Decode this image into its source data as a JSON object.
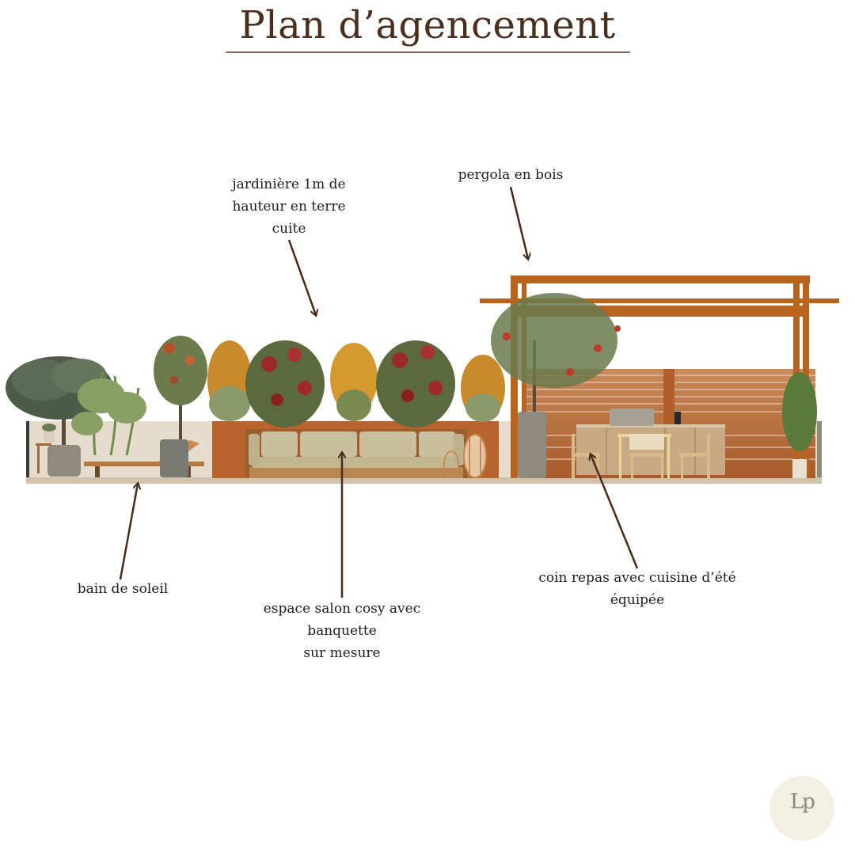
{
  "title": "Plan d’agencement",
  "labels": {
    "jardiniere": "jardinière 1m de\nhauteur en terre\ncuite",
    "pergola": "pergola en bois",
    "bain": "bain de soleil",
    "salon": "espace salon cosy avec\nbanquette\nsur mesure",
    "repas": "coin repas avec cuisine d’été\néquipée"
  },
  "logo": {
    "monogram": "Lp"
  },
  "colors": {
    "title": "#4a2e1e",
    "arrow": "#4a2a18",
    "terracotta": "#b9642c",
    "wood": "#b86a2a",
    "cushion": "#c9bf9e"
  }
}
